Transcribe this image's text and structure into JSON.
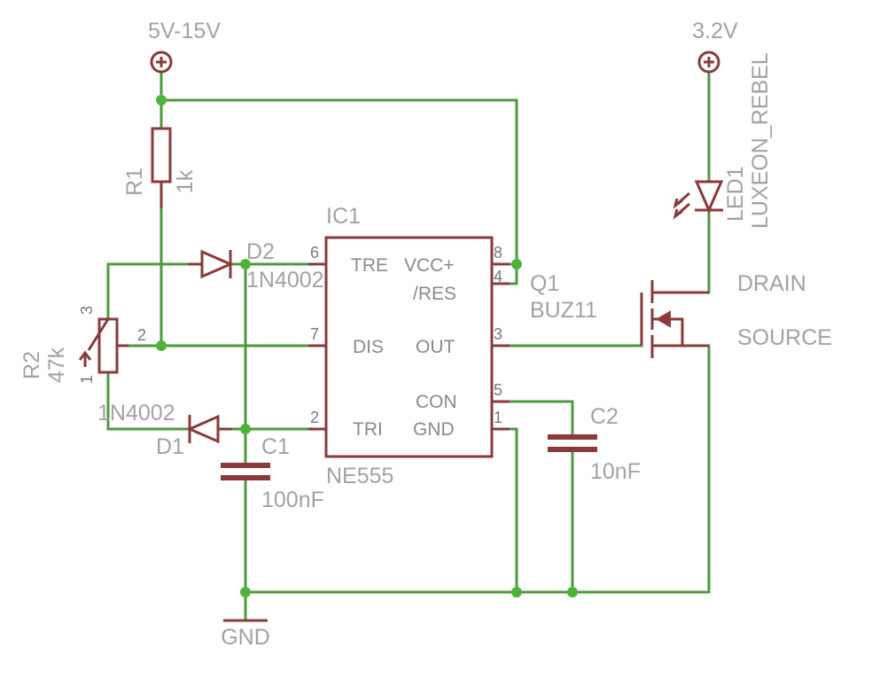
{
  "supplies": {
    "main": "5V-15V",
    "led": "3.2V",
    "ground": "GND"
  },
  "r1": {
    "name": "R1",
    "value": "1k"
  },
  "r2": {
    "name": "R2",
    "value": "47k",
    "pins": {
      "top": "3",
      "wiper": "2",
      "bottom": "1"
    }
  },
  "d1": {
    "name": "D1",
    "value": "1N4002"
  },
  "d2": {
    "name": "D2",
    "value": "1N4002"
  },
  "c1": {
    "name": "C1",
    "value": "100nF"
  },
  "c2": {
    "name": "C2",
    "value": "10nF"
  },
  "ic1": {
    "name": "IC1",
    "value": "NE555",
    "pin_labels": {
      "tre": "TRE",
      "vcc": "VCC+",
      "res": "/RES",
      "dis": "DIS",
      "out": "OUT",
      "con": "CON",
      "tri": "TRI",
      "gnd": "GND"
    },
    "pin_numbers": {
      "tre": "6",
      "vcc": "8",
      "res": "4",
      "dis": "7",
      "out": "3",
      "con": "5",
      "tri": "2",
      "gnd": "1"
    }
  },
  "q1": {
    "name": "Q1",
    "value": "BUZ11",
    "drain": "DRAIN",
    "source": "SOURCE"
  },
  "led1": {
    "name": "LED1",
    "value": "LUXEON_REBEL"
  },
  "colors": {
    "wire": "#4c9a3e",
    "junction": "#4fb33a",
    "component": "#8a3a3a",
    "label": "#a2a2a2"
  }
}
